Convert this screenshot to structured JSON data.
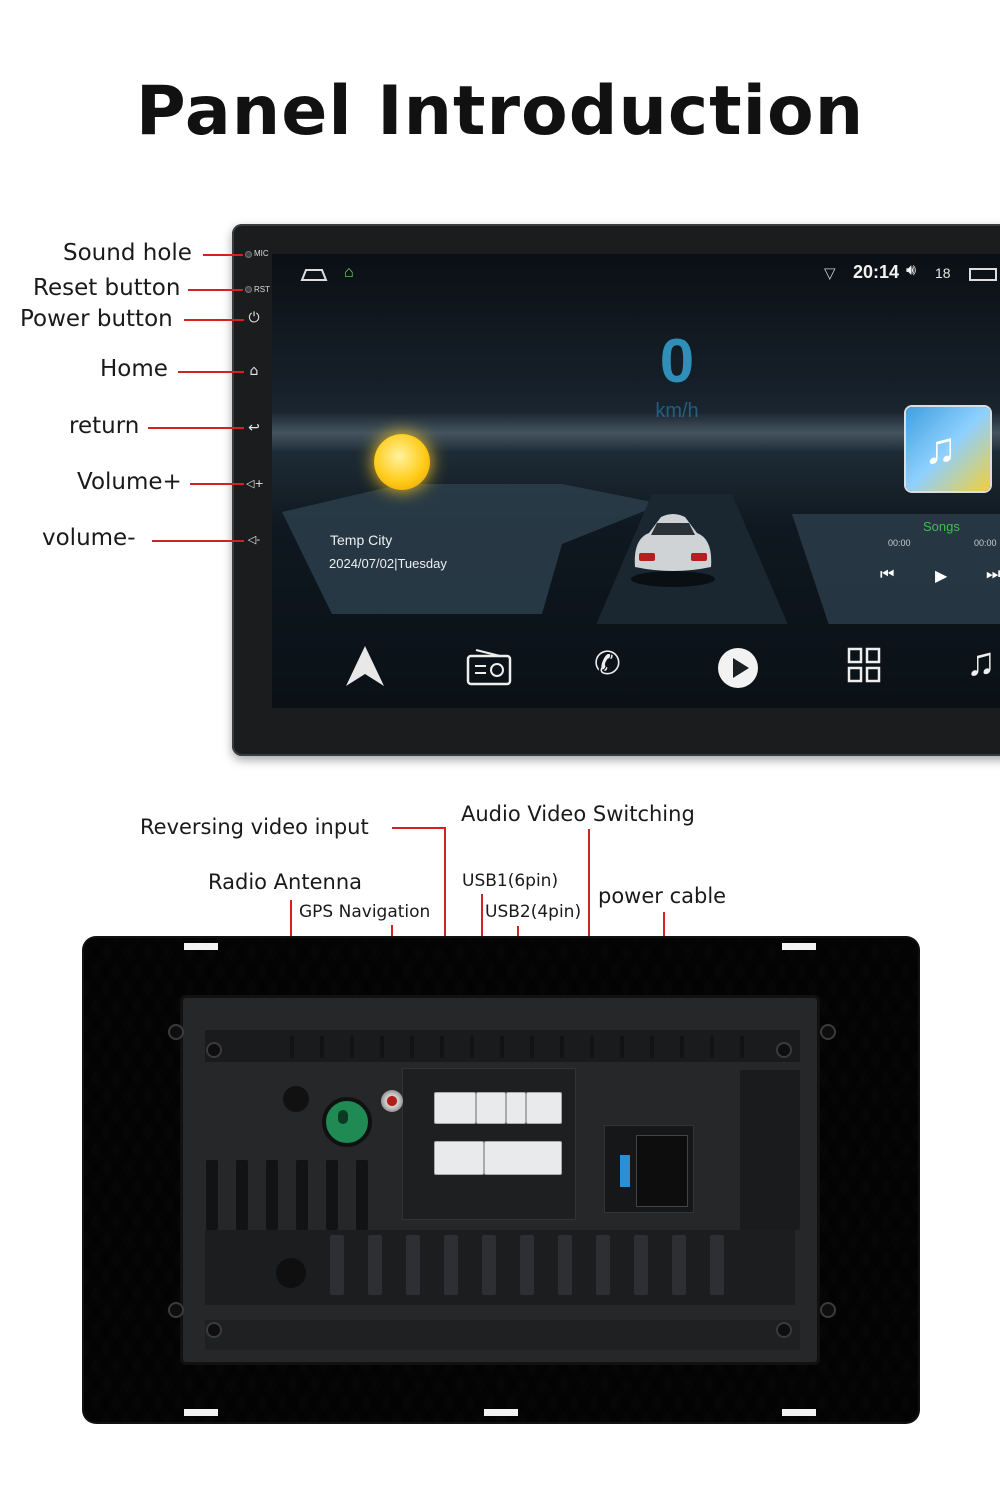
{
  "title": "Panel Introduction",
  "front_labels": {
    "sound_hole": "Sound hole",
    "reset_button": "Reset button",
    "power_button": "Power button",
    "home": "Home",
    "return": "return",
    "volume_up": "Volume+",
    "volume_down": "volume-"
  },
  "side_marks": {
    "mic": "MIC",
    "rst": "RST"
  },
  "screen": {
    "time": "20:14",
    "volume_level": "18",
    "speed_value": "0",
    "speed_unit": "km/h",
    "weather_temp": "Temp",
    "weather_city": "City",
    "date": "2024/07/02",
    "weekday": "Tuesday",
    "music_title": "Songs",
    "music_elapsed": "00:00",
    "music_total": "00:00"
  },
  "dock_icons": [
    "navigation-icon",
    "radio-icon",
    "phone-icon",
    "play-icon",
    "apps-icon",
    "music-icon"
  ],
  "back_labels": {
    "reversing_video_input": "Reversing video input",
    "audio_video_switching": "Audio Video Switching",
    "radio_antenna": "Radio Antenna",
    "usb1": "USB1(6pin)",
    "usb2": "USB2(4pin)",
    "gps_navigation": "GPS Navigation",
    "power_cable": "power cable"
  },
  "colors": {
    "callout_line": "#d32020",
    "speed_cyan": "#2f8fb8",
    "songs_green": "#3fbf4a"
  }
}
